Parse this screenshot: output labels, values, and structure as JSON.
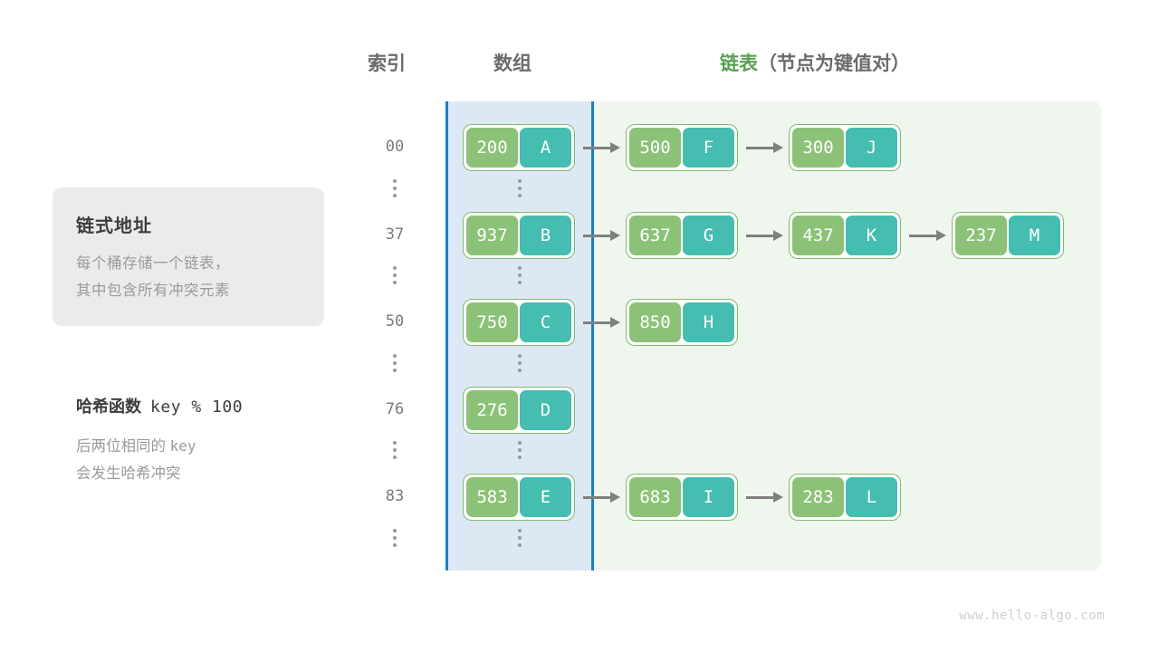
{
  "headers": {
    "index": "索引",
    "array": "数组",
    "list_main": "链表",
    "list_sub": "（节点为键值对）"
  },
  "info_card": {
    "title": "链式地址",
    "line1": "每个桶存储一个链表，",
    "line2": "其中包含所有冲突元素"
  },
  "hash_note": {
    "title_cn": "哈希函数",
    "title_expr": "key % 100",
    "line1_cn": "后两位相同的",
    "line1_mono": "key",
    "line2": "会发生哈希冲突"
  },
  "colors": {
    "key_box": "#8cc278",
    "value_box": "#45bdb0",
    "node_border": "#7fbb6d",
    "array_panel_bg": "#dce9f5",
    "array_panel_border": "#1a7fc4",
    "list_panel_bg": "#eff6ee",
    "arrow": "#808080",
    "header_text": "#6b6b6b",
    "list_header_text": "#5a9e54",
    "info_card_bg": "#ebebeb",
    "muted_text": "#9a9a9a"
  },
  "ellipsis_glyph": "⋮",
  "rows": [
    {
      "index": "00",
      "bucket": {
        "key": "200",
        "value": "A"
      },
      "chain": [
        {
          "key": "500",
          "value": "F"
        },
        {
          "key": "300",
          "value": "J"
        }
      ]
    },
    {
      "index": "37",
      "bucket": {
        "key": "937",
        "value": "B"
      },
      "chain": [
        {
          "key": "637",
          "value": "G"
        },
        {
          "key": "437",
          "value": "K"
        },
        {
          "key": "237",
          "value": "M"
        }
      ]
    },
    {
      "index": "50",
      "bucket": {
        "key": "750",
        "value": "C"
      },
      "chain": [
        {
          "key": "850",
          "value": "H"
        }
      ]
    },
    {
      "index": "76",
      "bucket": {
        "key": "276",
        "value": "D"
      },
      "chain": []
    },
    {
      "index": "83",
      "bucket": {
        "key": "583",
        "value": "E"
      },
      "chain": [
        {
          "key": "683",
          "value": "I"
        },
        {
          "key": "283",
          "value": "L"
        }
      ]
    }
  ],
  "watermark": "www.hello-algo.com"
}
